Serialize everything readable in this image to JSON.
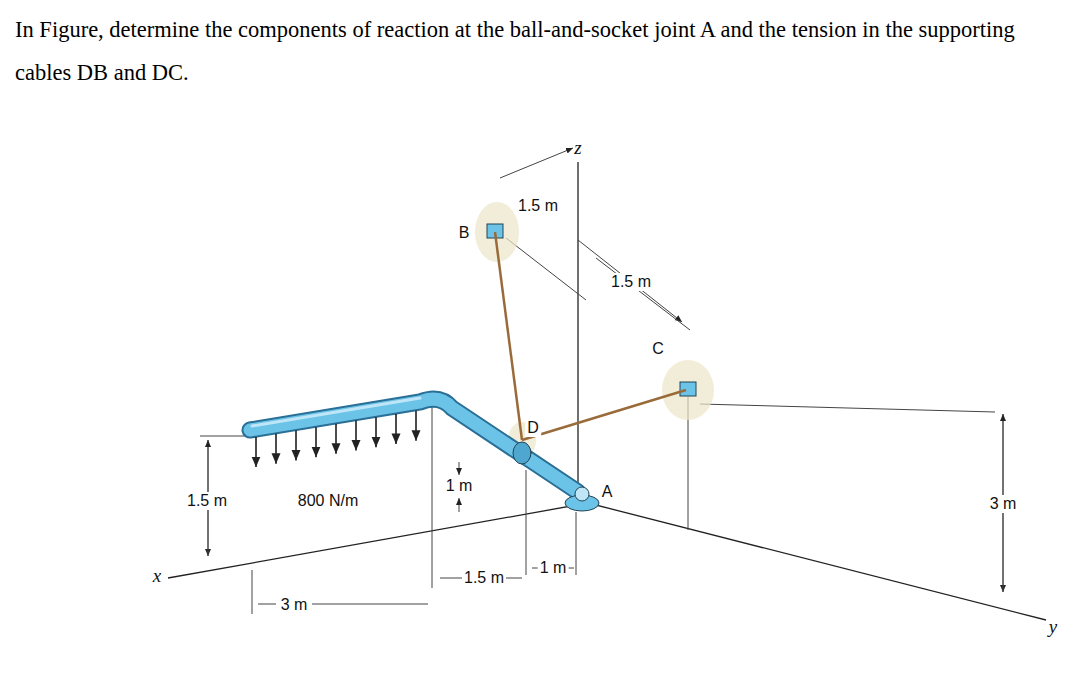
{
  "diagram": {
    "title": "In Figure, determine the components of reaction at the ball-and-socket joint A and the tension in the supporting cables DB and DC.",
    "labels": [
      "z",
      "1.5 m",
      "B",
      "1.5 m",
      "C",
      "D",
      "A",
      "1 m",
      "1.5 m",
      "800 N/m",
      "3 m",
      "x",
      "1.5 m",
      "1 m",
      "3 m",
      "y"
    ]
  }
}
